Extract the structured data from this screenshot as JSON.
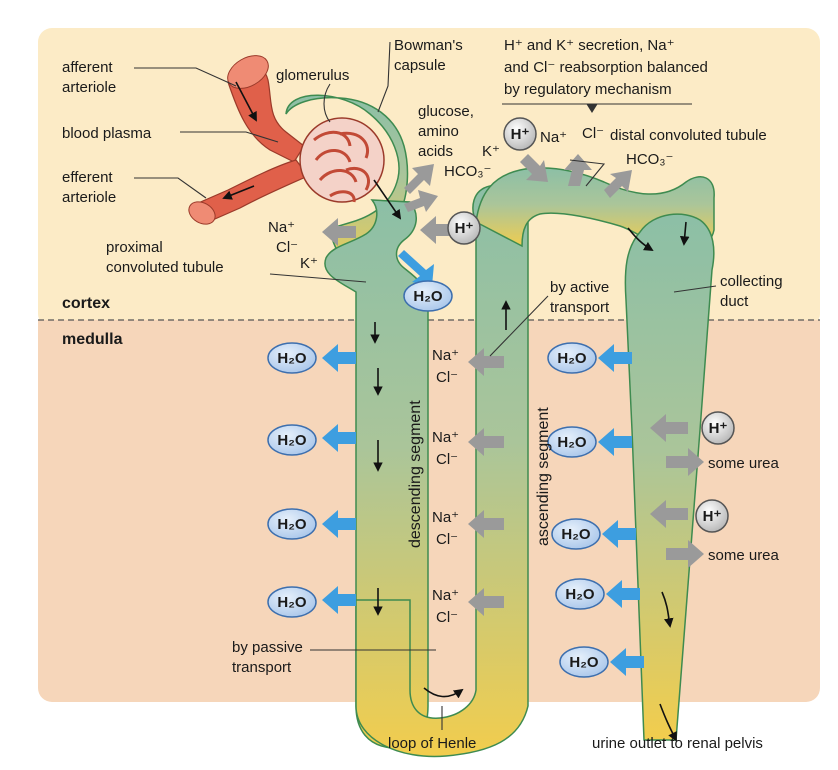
{
  "colors": {
    "cortex": "#fcebc6",
    "medulla": "#f6d6ba",
    "tubule_top": "#8cbfa6",
    "tubule_bottom": "#f2cd4d",
    "tubule_outline": "#3e8b50",
    "artery": "#e0604a",
    "water_arrow": "#3d9ee0",
    "gray_arrow": "#9a9a9a",
    "h2o_bubble": "#c7dcf3",
    "h_bubble": "#e8e8e8"
  },
  "zones": {
    "cortex": "cortex",
    "medulla": "medulla"
  },
  "labels": {
    "afferent": [
      "afferent",
      "arteriole"
    ],
    "glomerulus": "glomerulus",
    "bowmans": [
      "Bowman's",
      "capsule"
    ],
    "secretion": [
      "H⁺ and K⁺ secretion, Na⁺",
      "and Cl⁻ reabsorption balanced",
      "by regulatory mechanism"
    ],
    "blood_plasma": "blood plasma",
    "glucose": [
      "glucose,",
      "amino",
      "acids"
    ],
    "efferent": [
      "efferent",
      "arteriole"
    ],
    "distal": "distal convoluted tubule",
    "proximal": [
      "proximal",
      "convoluted tubule"
    ],
    "active": [
      "by active",
      "transport"
    ],
    "collecting": [
      "collecting",
      "duct"
    ],
    "descending": "descending segment",
    "ascending": "ascending segment",
    "passive": [
      "by passive",
      "transport"
    ],
    "loop": "loop of Henle",
    "urine": "urine outlet to renal pelvis",
    "some_urea": "some urea"
  },
  "ions": {
    "k_plus": "K⁺",
    "hco3": "HCO₃⁻",
    "na_plus": "Na⁺",
    "cl_minus": "Cl⁻",
    "h2o": "H₂O",
    "h_plus": "H⁺"
  }
}
